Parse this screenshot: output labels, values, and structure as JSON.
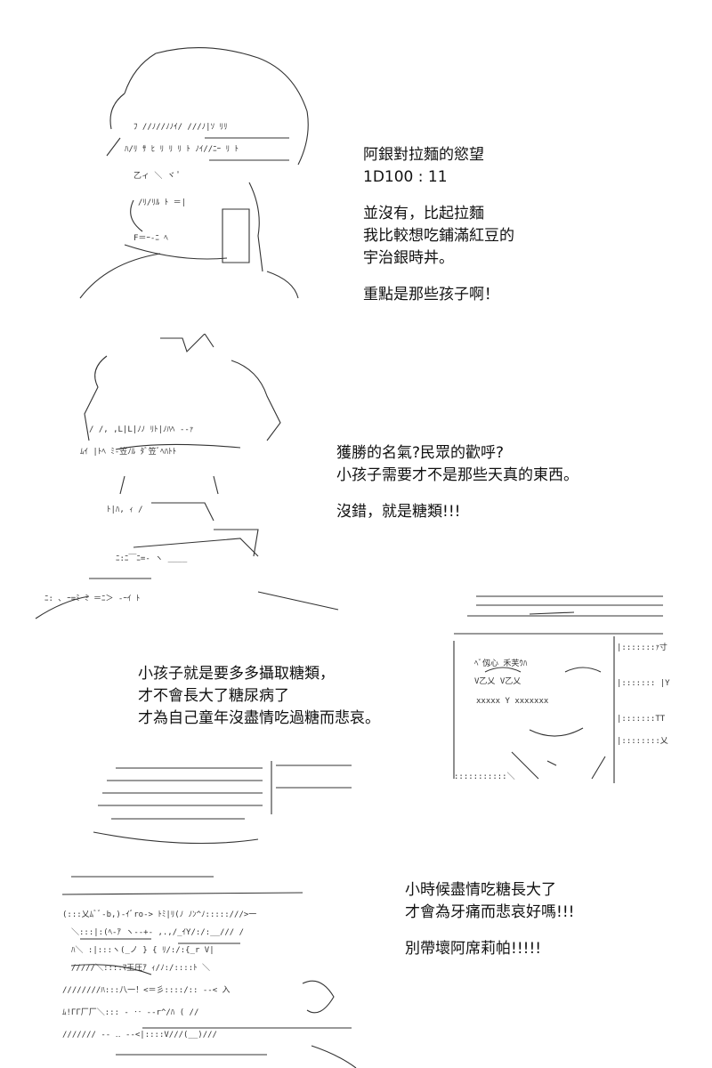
{
  "page": {
    "background": "#ffffff",
    "text_color": "#111111"
  },
  "panels": [
    {
      "lines": [
        "阿銀對拉麵的慾望",
        "1D100 : 11",
        "",
        "並沒有，比起拉麵",
        "我比較想吃鋪滿紅豆的",
        "宇治銀時丼。",
        "",
        "重點是那些孩子啊！"
      ]
    },
    {
      "lines": [
        "獲勝的名氣?民眾的歡呼?",
        "小孩子需要才不是那些天真的東西。",
        "",
        "沒錯，就是糖類!!!"
      ]
    },
    {
      "lines": [
        "小孩子就是要多多攝取糖類，",
        "才不會長大了糖尿病了",
        "才為自己童年沒盡情吃過糖而悲哀。"
      ]
    },
    {
      "lines": [
        "小時候盡情吃糖長大了",
        "才會為牙痛而悲哀好嗎!!!",
        "",
        "別帶壞阿席莉帕!!!!!"
      ]
    }
  ]
}
